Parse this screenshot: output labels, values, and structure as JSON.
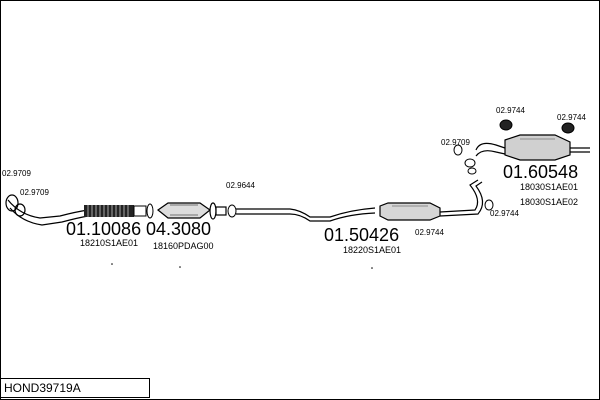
{
  "diagram": {
    "part_number": "HOND39719A",
    "labels": {
      "front_ring_1": "02.9709",
      "front_ring_2": "02.9709",
      "front_pipe_code": "01.10086",
      "front_pipe_oem": "18210S1AE01",
      "cat_code": "04.3080",
      "cat_oem": "18160PDAG00",
      "cat_gasket": "02.9644",
      "middle_code": "01.50426",
      "middle_oem": "18220S1AE01",
      "middle_ring": "02.9744",
      "rear_ring_a": "02.9744",
      "rear_ring_b": "02.9744",
      "rear_ring_c": "02.9709",
      "rear_ring_d": "02.9744",
      "rear_code": "01.60548",
      "rear_oem_1": "18030S1AE01",
      "rear_oem_2": "18030S1AE02"
    }
  }
}
